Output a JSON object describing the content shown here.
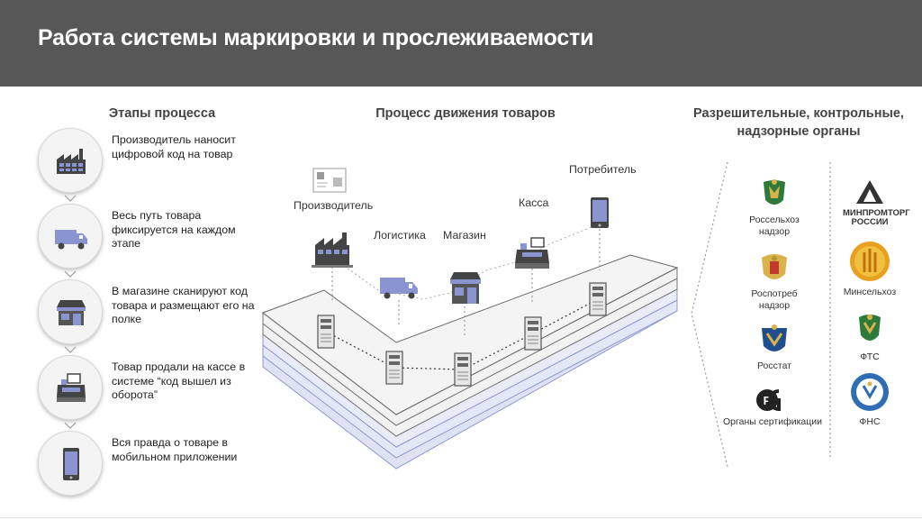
{
  "header": {
    "title": "Работа системы маркировки и прослеживаемости"
  },
  "columns": {
    "stages_title": "Этапы процесса",
    "flow_title": "Процесс движения товаров",
    "orgs_title": "Разрешительные, контрольные, надзорные органы"
  },
  "stages": [
    {
      "icon": "factory-icon",
      "text": "Производитель наносит цифровой код на товар"
    },
    {
      "icon": "truck-icon",
      "text": "Весь путь товара фиксируется на каждом этапе"
    },
    {
      "icon": "store-icon",
      "text": "В магазине сканируют код товара и размещают его на полке"
    },
    {
      "icon": "cash-register-icon",
      "text": "Товар продали на кассе в системе “код вышел из оборота”"
    },
    {
      "icon": "smartphone-icon",
      "text": "Вся правда о товаре в мобильном приложении"
    }
  ],
  "flow": {
    "producer": "Производитель",
    "logistics": "Логистика",
    "store": "Магазин",
    "cashier": "Касса",
    "consumer": "Потребитель"
  },
  "orgs": {
    "rosselkhoz": "Россельхоз надзор",
    "rospotreb": "Роспотреб надзор",
    "rosstat": "Росстат",
    "certification": "Органы сертификации",
    "minpromtorg": "МИНПРОМТОРГ РОССИИ",
    "minselkhoz": "Минсельхоз",
    "fts": "ФТС",
    "fns": "ФНС"
  },
  "colors": {
    "header_bg": "#575757",
    "accent": "#7b86c8",
    "layer_fill": "#f2f2f2",
    "layer_blue": "#dfe2f2"
  }
}
